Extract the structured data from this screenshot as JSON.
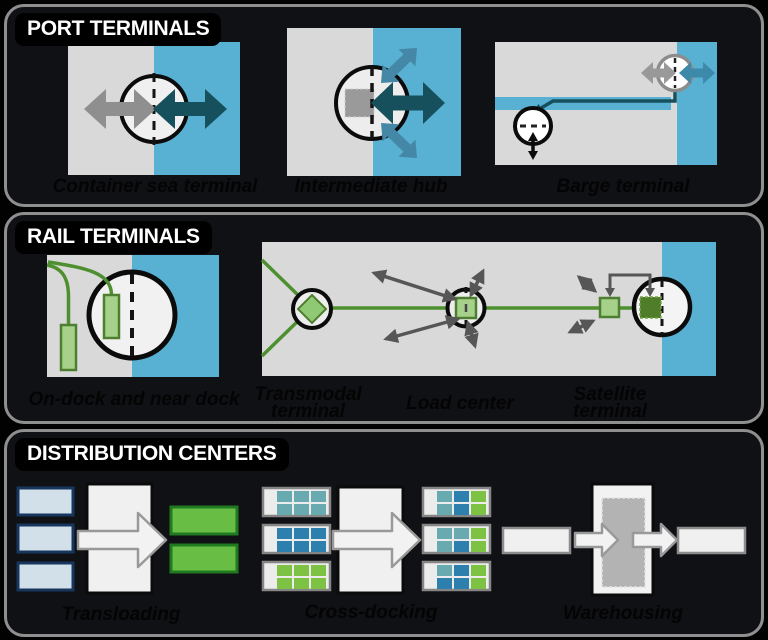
{
  "panels": [
    {
      "title": "PORT TERMINALS",
      "captions": {
        "container_sea_terminal": "Container sea terminal",
        "intermediate_hub": "Intermediate hub",
        "barge_terminal": "Barge terminal"
      }
    },
    {
      "title": "RAIL TERMINALS",
      "captions": {
        "on_dock": "On-dock and near dock",
        "transmodal_line1": "Transmodal",
        "transmodal_line2": "terminal",
        "load_center": "Load center",
        "satellite_line1": "Satellite",
        "satellite_line2": "terminal"
      }
    },
    {
      "title": "DISTRIBUTION CENTERS",
      "captions": {
        "transloading": "Transloading",
        "cross_docking": "Cross-docking",
        "warehousing": "Warehousing"
      }
    }
  ],
  "colors": {
    "water_blue": "#58b0d2",
    "land_gray": "#d9d9d9",
    "sea_arrow_gray": "#8f8f8f",
    "maritime_dark_teal": "#16505c",
    "coastal_arrow_blue": "#4587a6",
    "barge_arrow_blue": "#3d89a9",
    "rail_green_line": "#4e8f2f",
    "rail_green_fill": "#a5d18a",
    "rail_green_dark": "#4f7d2a",
    "road_arrow_gray": "#565656",
    "box_blue_fill": "#d2e0e9",
    "box_blue_border": "#17365d",
    "box_green_fill": "#68bd45",
    "box_green_border": "#1f7a1f",
    "cell_teal": "#69a9b0",
    "cell_blue": "#2d7fae",
    "cell_green": "#7dc242"
  },
  "crossdocking_cells": {
    "left": [
      [
        "teal",
        "teal",
        "teal",
        "teal",
        "teal",
        "teal"
      ],
      [
        "blue",
        "blue",
        "blue",
        "blue",
        "blue",
        "blue"
      ],
      [
        "green",
        "green",
        "green",
        "green",
        "green",
        "green"
      ]
    ],
    "right": [
      [
        "teal",
        "blue",
        "green",
        "teal",
        "blue",
        "green"
      ],
      [
        "teal",
        "teal",
        "green",
        "teal",
        "blue",
        "green"
      ],
      [
        "teal",
        "blue",
        "green",
        "blue",
        "blue",
        "green"
      ]
    ]
  }
}
